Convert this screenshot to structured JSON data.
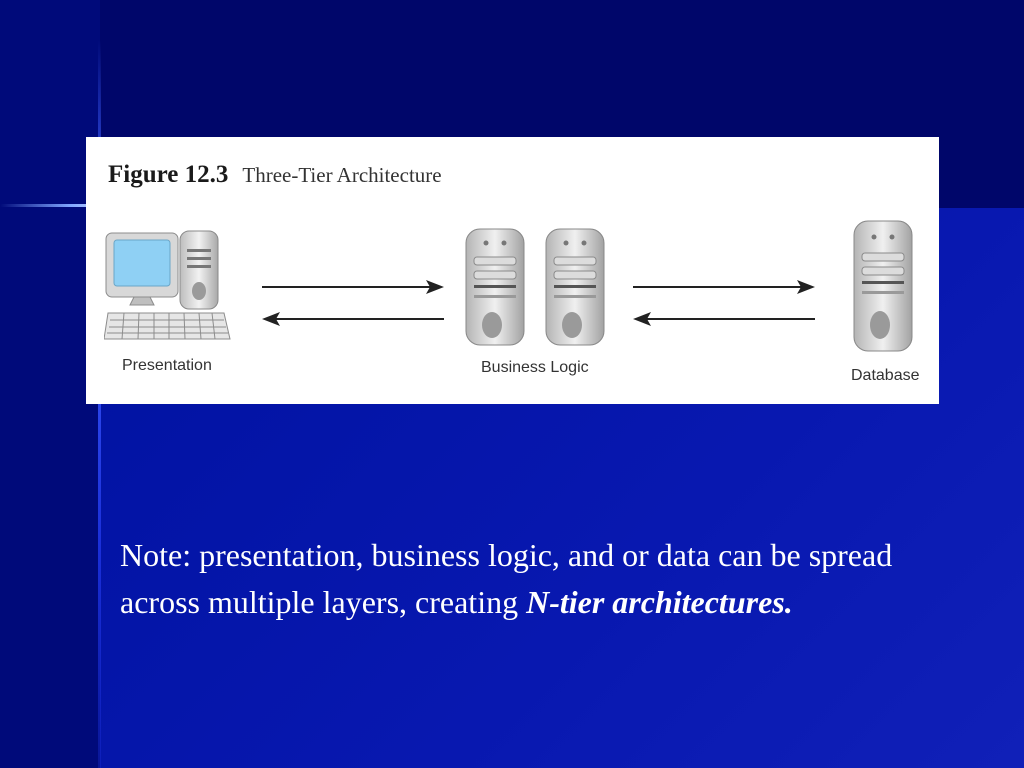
{
  "figure": {
    "number": "Figure 12.3",
    "caption": "Three-Tier Architecture",
    "tiers": {
      "presentation": "Presentation",
      "business": "Business Logic",
      "database": "Database"
    }
  },
  "note": {
    "text_before": "Note: presentation, business logic, and or data can be spread across multiple layers, creating ",
    "emphasis": "N-tier architectures",
    "text_after": "."
  },
  "colors": {
    "background": "#000a7c",
    "panel": "#ffffff",
    "text": "#ffffff",
    "screen": "#8fd0f4"
  }
}
